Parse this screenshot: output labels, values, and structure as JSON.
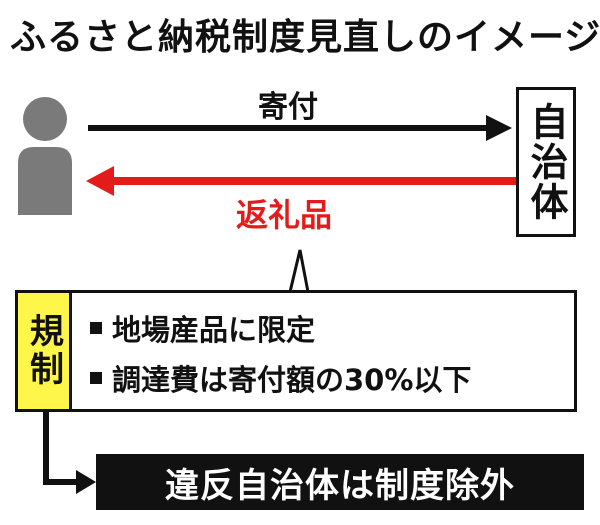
{
  "title": "ふるさと納税制度見直しのイメージ",
  "flow": {
    "donation_label": "寄付",
    "gift_label": "返礼品",
    "municipality_label": "自治体",
    "colors": {
      "donation_arrow": "#111111",
      "gift_arrow": "#e31b1b"
    }
  },
  "rules": {
    "tag_label": "規制",
    "tag_color": "#fff64a",
    "items": [
      {
        "text": "地場産品に限定"
      },
      {
        "text": "調達費は寄付額の30%以下"
      }
    ]
  },
  "outcome": {
    "text": "違反自治体は制度除外"
  },
  "icons": {
    "person": "person-silhouette-icon"
  }
}
